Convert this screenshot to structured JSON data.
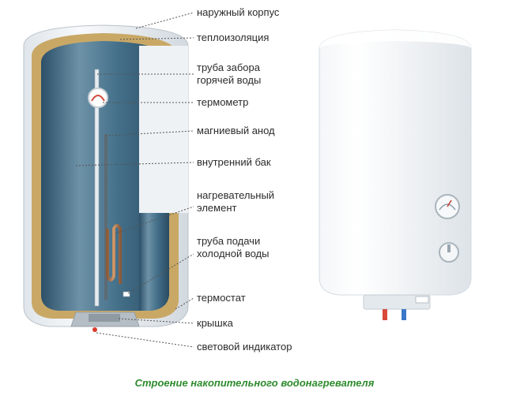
{
  "labels": {
    "outer_casing": "наружный корпус",
    "insulation": "теплоизоляция",
    "hot_pipe_1": "труба забора",
    "hot_pipe_2": "горячей воды",
    "thermometer": "термометр",
    "anode": "магниевый анод",
    "inner_tank": "внутренний бак",
    "heater_1": "нагревательный",
    "heater_2": "элемент",
    "cold_pipe_1": "труба подачи",
    "cold_pipe_2": "холодной воды",
    "thermostat": "термостат",
    "cover": "крышка",
    "indicator": "световой индикатор"
  },
  "caption": "Строение накопительного водонагревателя",
  "colors": {
    "caption": "#2e8b2e",
    "insulation": "#c9a866",
    "tank": "#3f6a85",
    "shell": "#e9eef2",
    "leader": "#555555"
  }
}
